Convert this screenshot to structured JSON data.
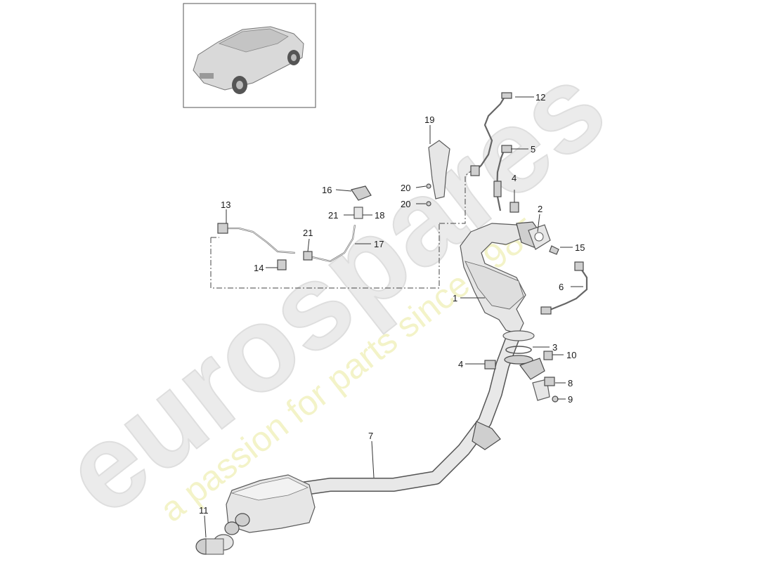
{
  "watermark": {
    "brand": "eurospares",
    "tagline": "a passion for parts since 1985"
  },
  "callouts": [
    {
      "id": "label-1",
      "text": "1"
    },
    {
      "id": "label-2",
      "text": "2"
    },
    {
      "id": "label-3",
      "text": "3"
    },
    {
      "id": "label-4a",
      "text": "4"
    },
    {
      "id": "label-4b",
      "text": "4"
    },
    {
      "id": "label-5",
      "text": "5"
    },
    {
      "id": "label-6",
      "text": "6"
    },
    {
      "id": "label-7",
      "text": "7"
    },
    {
      "id": "label-8",
      "text": "8"
    },
    {
      "id": "label-9",
      "text": "9"
    },
    {
      "id": "label-10",
      "text": "10"
    },
    {
      "id": "label-11",
      "text": "11"
    },
    {
      "id": "label-12",
      "text": "12"
    },
    {
      "id": "label-13",
      "text": "13"
    },
    {
      "id": "label-14",
      "text": "14"
    },
    {
      "id": "label-15",
      "text": "15"
    },
    {
      "id": "label-16",
      "text": "16"
    },
    {
      "id": "label-17",
      "text": "17"
    },
    {
      "id": "label-18",
      "text": "18"
    },
    {
      "id": "label-19",
      "text": "19"
    },
    {
      "id": "label-20a",
      "text": "20"
    },
    {
      "id": "label-20b",
      "text": "20"
    },
    {
      "id": "label-21a",
      "text": "21"
    },
    {
      "id": "label-21b",
      "text": "21"
    }
  ]
}
